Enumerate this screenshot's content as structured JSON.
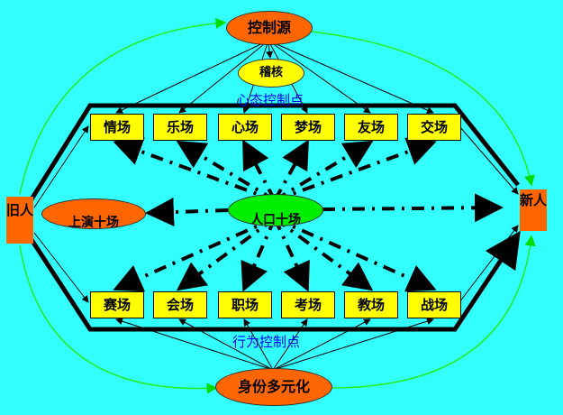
{
  "source": "控制源",
  "audit": "稽核",
  "mental_point": "心态控制点",
  "behavior_point": "行为控制点",
  "identity": "身份多元化",
  "old_person": "旧人",
  "new_person": "新人",
  "left_oval": "上演十场",
  "center_oval": "人口十场",
  "top_fields": [
    "情场",
    "乐场",
    "心场",
    "梦场",
    "友场",
    "交场"
  ],
  "bottom_fields": [
    "赛场",
    "会场",
    "职场",
    "考场",
    "教场",
    "战场"
  ],
  "colors": {
    "bg": "#33ffff",
    "box": "#ffff00",
    "orange": "#ff6600",
    "green": "#00ee00",
    "text_blue": "#0000ff"
  }
}
